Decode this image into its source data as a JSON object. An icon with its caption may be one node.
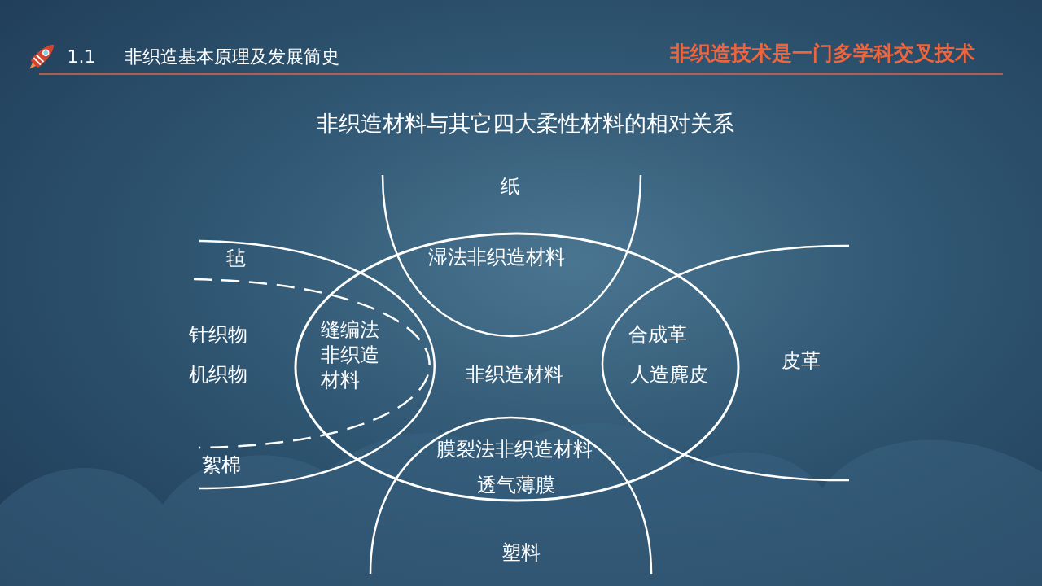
{
  "diagram": {
    "title": "非织造材料与其它四大柔性材料的相对关系",
    "nodes": [
      {
        "text": [
          "非织造材料"
        ]
      }
    ],
    "labels": [
      "1.1",
      "非织造基本原理及发展简史",
      "非织造技术是一门多学科交叉技术",
      "纸",
      "毡",
      "湿法非织造材料",
      "针织物",
      "缝编法非织造材料",
      "合成革",
      "皮革",
      "机织物",
      "人造麂皮",
      "膜裂法非织造材料",
      "絮棉",
      "透气薄膜",
      "塑料"
    ]
  }
}
